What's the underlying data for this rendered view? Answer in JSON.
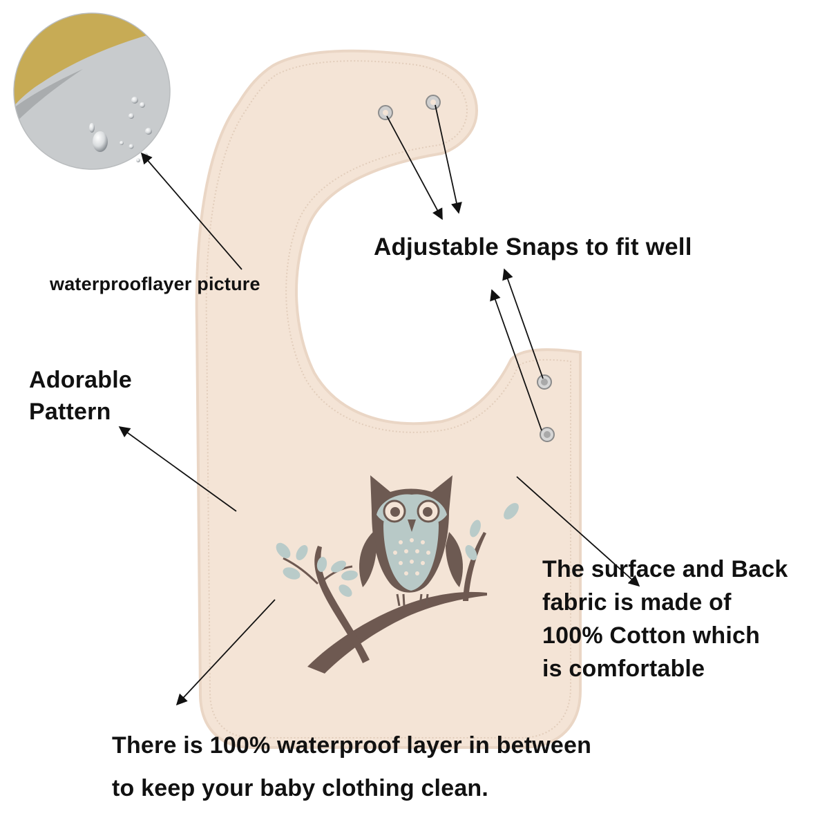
{
  "callouts": {
    "waterproof_picture": "waterprooflayer picture",
    "adjustable_snaps": "Adjustable Snaps to fit well",
    "adorable_pattern": [
      "Adorable",
      "Pattern"
    ],
    "surface_fabric": [
      "The surface and Back",
      "fabric is made of",
      "100% Cotton which",
      "is comfortable"
    ],
    "waterproof_layer": [
      "There is 100% waterproof layer in between",
      "to keep your baby clothing clean."
    ]
  },
  "colors": {
    "bib_fabric": "#f4e4d6",
    "bib_edge": "#e9d3c1",
    "owl_brown": "#6d5a52",
    "owl_grey": "#b8c9c7",
    "leaf": "#b9cbc9",
    "branch": "#6e5951",
    "snap_metal": "#c9c9c9",
    "swatch_grey": "#c8cbcd",
    "swatch_yellow": "#c7ab55",
    "text": "#111111"
  },
  "icons": {
    "owl": "owl-icon",
    "snap": "snap-button-icon",
    "water_drop": "water-drop-icon"
  }
}
